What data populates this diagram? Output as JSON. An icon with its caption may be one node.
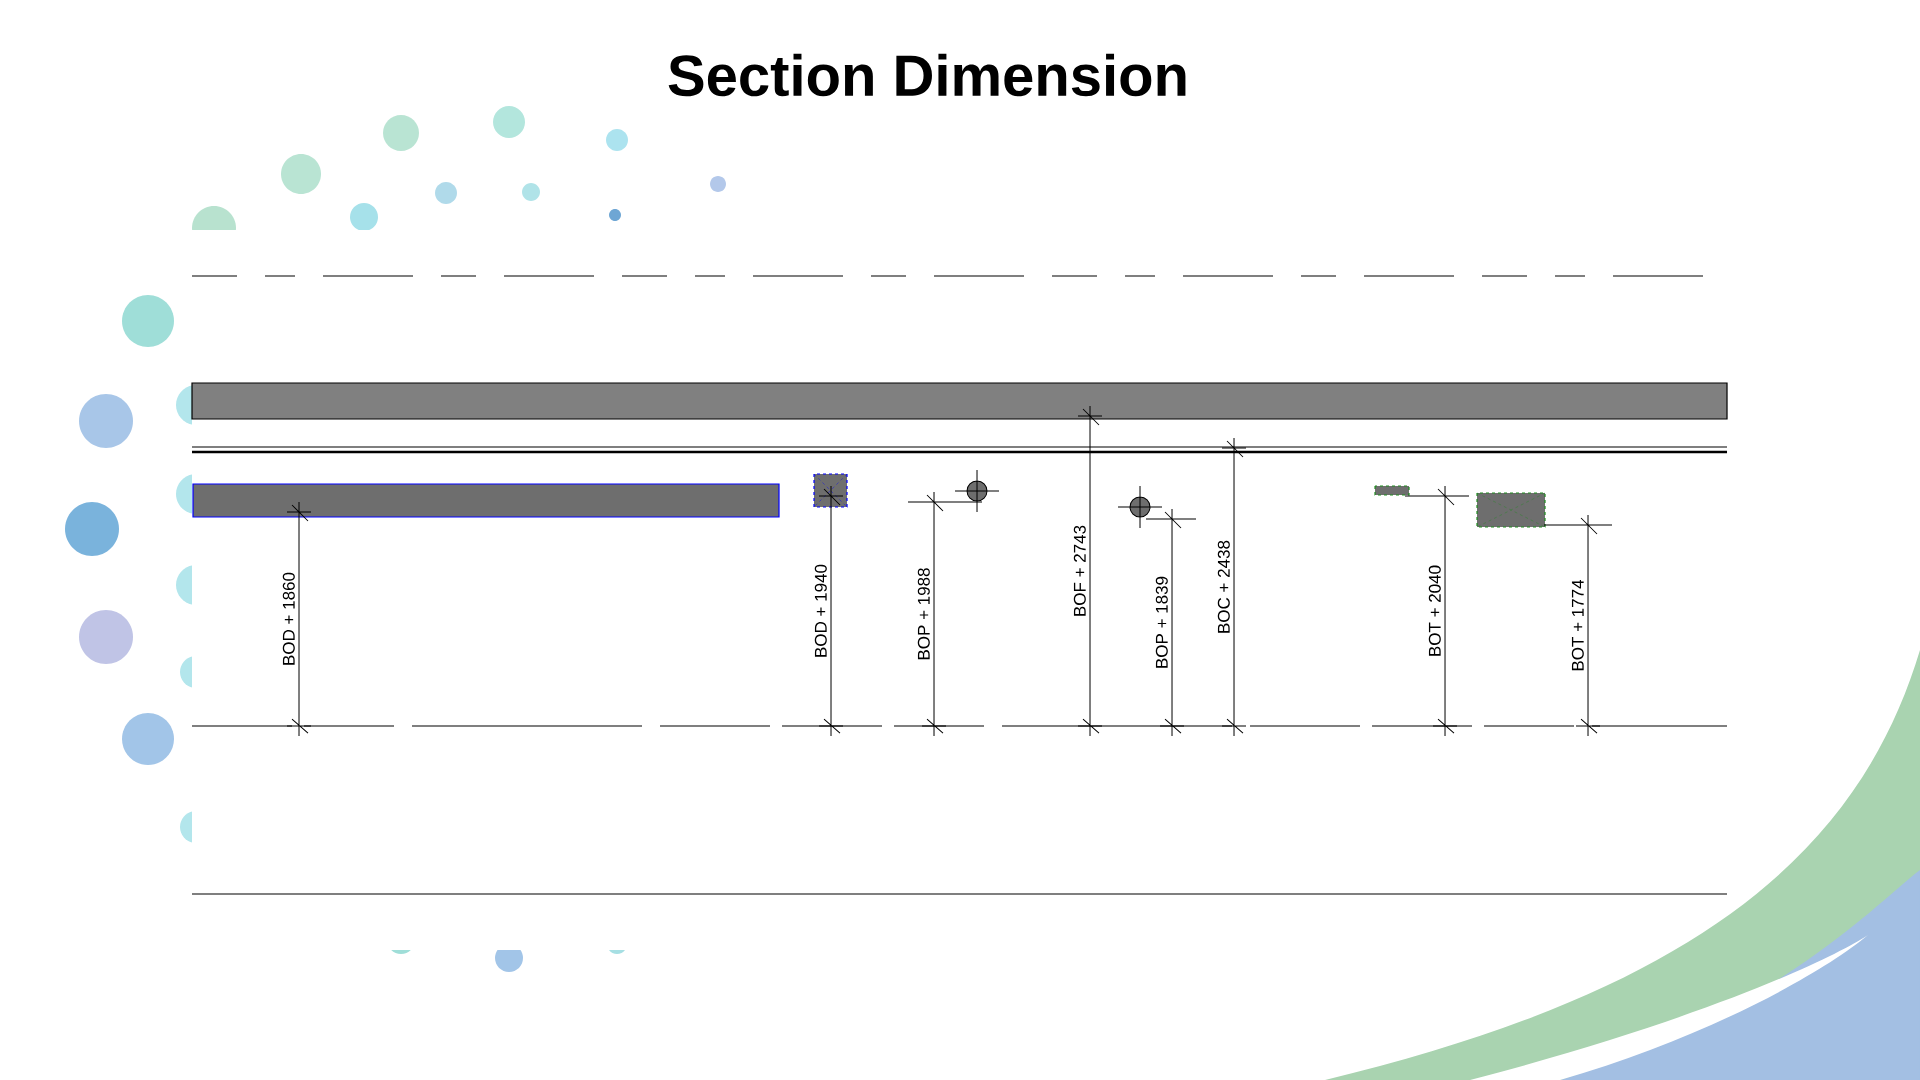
{
  "diagram": {
    "title": "Section Dimension",
    "labels": [
      "BOD + 1860",
      "BOD + 1940",
      "BOP + 1988",
      "BOF + 2743",
      "BOP + 1839",
      "BOC + 2438",
      "BOT + 2040",
      "BOT + 1774"
    ]
  }
}
